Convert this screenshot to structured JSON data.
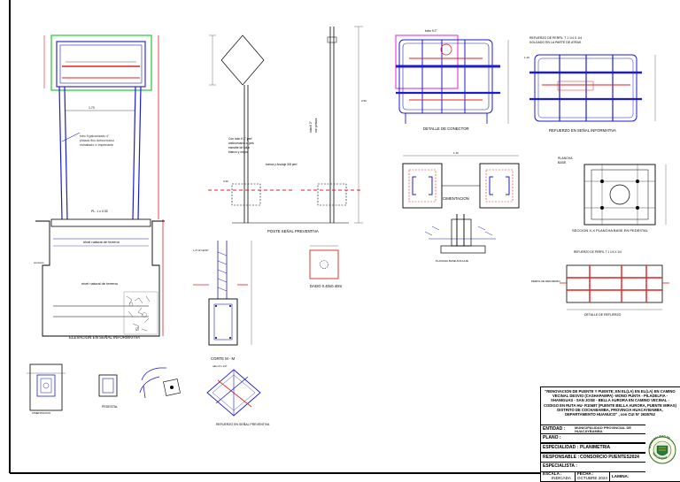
{
  "captions": {
    "elevacion": "ELEVACION EN SEÑAL INFORMATIVA",
    "poste": "POSTE SEÑAL PREVENTIVA",
    "dado": "DADO  0.40x0.40m",
    "corte": "CORTE  M - M",
    "detalle_conector": "DETALLE DE CONECTOR",
    "refuerzo": "REFUERZO EN SEÑAL INFORMATIVA",
    "cimentacion": "CIMENTACION",
    "seccion": "SECCION  X-X PLANCHA BASE EN PEDESTAL",
    "detalle_refuerzo": "DETALLE DE REFUERZO",
    "pedestal": "PEDESTAL",
    "refuerzo_preventiva": "REFUERZO EN SEÑAL PREVENTIVA",
    "nivel_terreno_1": "nivel natural de terreno",
    "nivel_terreno_2": "nivel natural de terreno"
  },
  "titleblock": {
    "project": "\"RENOVACION DE PUENTE Y PUENTE; EN EL(LA) EN EL(LA) EN CAMINO VECINAL DESVIO (CASHAPAMPA) -MONO PUNTA - PILADELFIA - SHANIGUAS - SAN JOSE - BELLA AURORA EN CAMINO VECINAL - CODIGO EN RUTA HU- R10687 (PUENTE BELLA AURORA, PUENTE MIRAS) DISTRITO DE COCHABAMBA, PROVINCIA HUACAYBAMBA, DEPARTAMENTO HUANUCO\" , con CUI N° 2636762",
    "entidad_label": "ENTIDAD :",
    "entidad_value": "MUNICIPALIDAD PROVINCIAL DE HUACAYBAMBA",
    "plano_label": "PLANO :",
    "plano_value": "",
    "especialidad_label": "ESPECIALIDAD :",
    "especialidad_value": "PLANIMETRIA",
    "responsable_label": "RESPONSABLE :",
    "responsable_value": "CONSORCIO PUENTES2024",
    "especialista_label": "ESPECIALISTA :",
    "especialista_value": "",
    "escala_label": "ESCALA :",
    "escala_value": "INDICADA",
    "fecha_label": "FECHA :",
    "fecha_value": "OCTUBRE 2024",
    "lamina_label": "LAMINA:",
    "seal_top": "MUNICIPALIDAD PR",
    "seal_bottom": "HUACAYBAM"
  }
}
